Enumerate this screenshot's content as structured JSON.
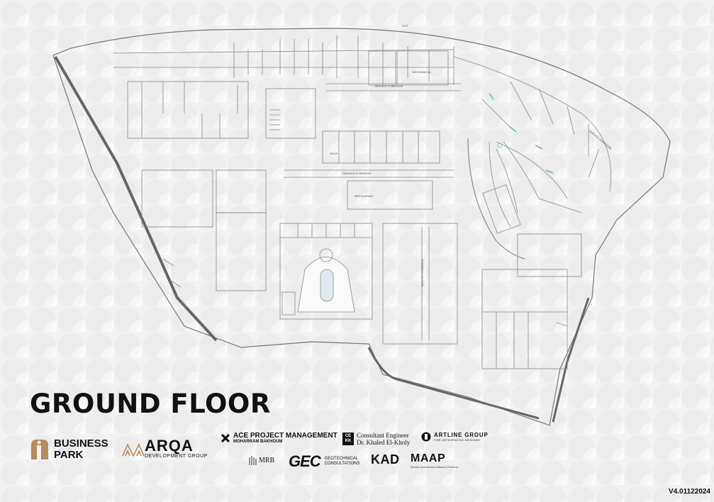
{
  "title": "GROUND FLOOR",
  "version": "V4.01122024",
  "logos": {
    "business_park": {
      "line1": "BUSINESS",
      "line2": "PARK"
    },
    "arqa": {
      "name": "ARQA",
      "sub": "DEVELOPMENT GROUP"
    },
    "ace": {
      "name": "ACE PROJECT MANAGEMENT",
      "sub": "MOHARRAM BAKHOUM"
    },
    "consultant": {
      "mark": "CE KK",
      "line1": "Consultant Engineer",
      "line2": "Dr. Khaled El-Kholy"
    },
    "artline": {
      "name": "ARTLINE GROUP",
      "sub": "FOR INTEGRATED DESIGNS"
    },
    "mrb": {
      "name": "MRB"
    },
    "gec": {
      "name": "GEC",
      "line1": "GEOTECHNICAL",
      "line2": "CONSULTATIONS"
    },
    "kad": {
      "name": "KAD"
    },
    "maap": {
      "name": "MAAP",
      "sub": "Modern Architecture Alliance Partners"
    }
  },
  "plan_labels": {
    "service_corridor_top": "SERVICE CORRIDOR",
    "service_corridor_mid": "SERVICE CORRIDOR",
    "service_corridor_right": "SERVICE CORRIDOR",
    "service_corridor_vertical": "SERVICE CORRIDOR",
    "shop": "SHOP",
    "restaurant": "RESTAURANT",
    "mechanical": "MECHANICAL",
    "exit": "EXIT"
  },
  "colors": {
    "ink": "#111111",
    "accent": "#8a6a45",
    "line": "#8a8a8a",
    "water": "#dfe9ef",
    "teal": "#6fb5b0"
  }
}
